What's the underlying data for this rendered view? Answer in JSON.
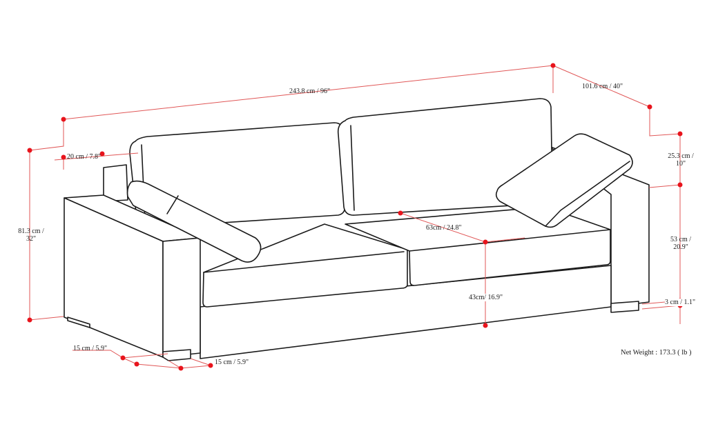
{
  "diagram": {
    "subject": "Sofa dimension drawing",
    "accent_color": "#e8141c",
    "line_color": "#1a1a1a"
  },
  "dimensions": {
    "overall_width": "243.8 cm / 96\"",
    "overall_depth": "101.6 cm / 40\"",
    "overall_height_line1": "81.3 cm /",
    "overall_height_line2": "32\"",
    "arm_width": "20 cm / 7.8\"",
    "back_cushion_height_line1": "25.3 cm /",
    "back_cushion_height_line2": "10\"",
    "arm_height_line1": "53 cm /",
    "arm_height_line2": "20.9\"",
    "seat_depth": "63cm / 24.8\"",
    "seat_height": "43cm/ 16.9\"",
    "leg_height": "3 cm / 1.1\"",
    "leg_depth": "15 cm / 5.9\"",
    "leg_width": "15 cm / 5.9\""
  },
  "net_weight": "Net Weight : 173.3 ( lb )"
}
